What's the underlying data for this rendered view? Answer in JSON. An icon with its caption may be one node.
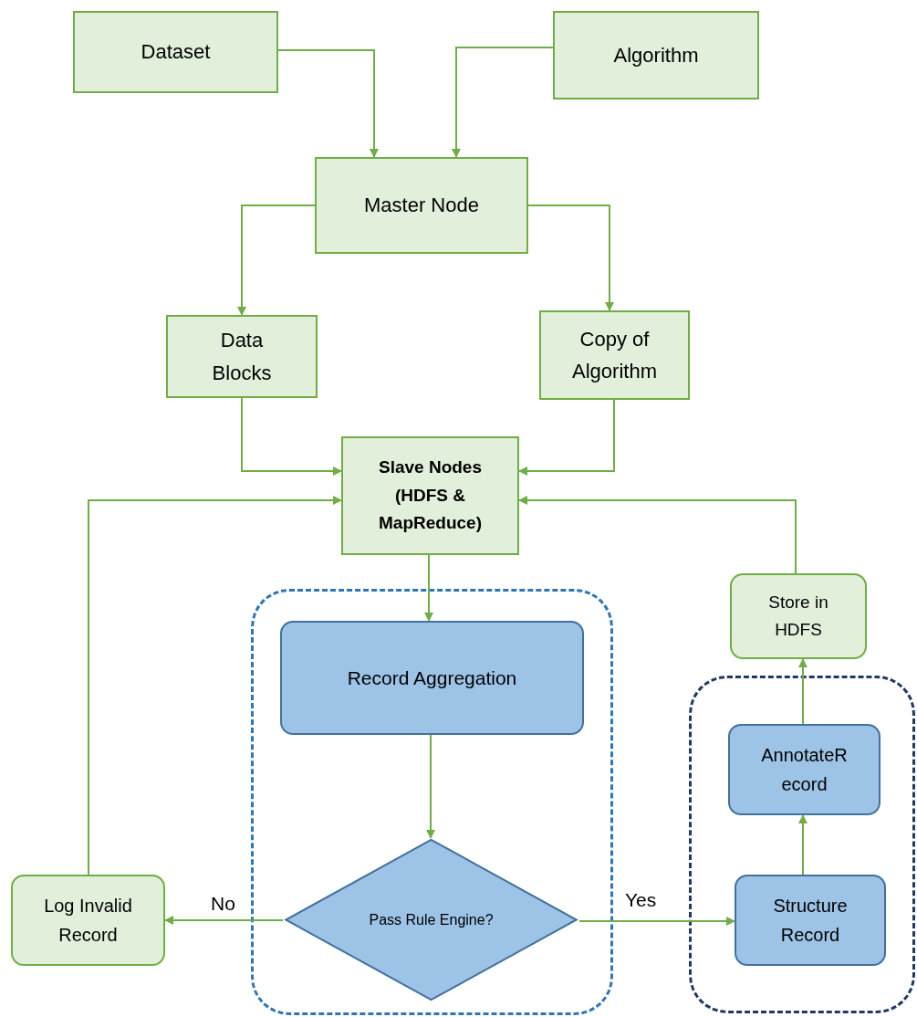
{
  "diagram": {
    "nodes": [
      {
        "text": [
          "Dataset"
        ]
      },
      {
        "text": [
          "Algorithm"
        ]
      },
      {
        "text": [
          "Master Node"
        ]
      },
      {
        "text": [
          "Data Blocks"
        ]
      },
      {
        "text": [
          "Copy of Algorithm"
        ]
      },
      {
        "text": [
          "Slave Nodes (HDFS & MapReduce)"
        ]
      },
      {
        "text": [],
        "shape": "box"
      },
      {
        "text": [
          "Record Aggregation"
        ],
        "in": 6
      },
      {
        "text": [
          "Pass Rule Engine?"
        ],
        "in": 6
      },
      {
        "text": [
          "Log Invalid Record"
        ]
      },
      {
        "text": [
          "Store in HDFS"
        ]
      },
      {
        "text": [],
        "shape": "box"
      },
      {
        "text": [
          "AnnotateRecord"
        ],
        "in": 11
      },
      {
        "text": [
          "Structure Record"
        ],
        "in": 11
      }
    ],
    "edges": [
      {
        "from": 0,
        "to": 2,
        "arrow": "to"
      },
      {
        "from": 1,
        "to": 2,
        "arrow": "to"
      },
      {
        "from": 2,
        "to": 3,
        "arrow": "to"
      },
      {
        "from": 2,
        "to": 4,
        "arrow": "to"
      },
      {
        "from": 3,
        "to": 5,
        "arrow": "to"
      },
      {
        "from": 4,
        "to": 5,
        "arrow": "to"
      },
      {
        "from": 5,
        "to": 7,
        "arrow": "to"
      },
      {
        "from": 7,
        "to": 8,
        "arrow": "to"
      },
      {
        "from": 8,
        "to": 9,
        "arrow": "to",
        "label": "No"
      },
      {
        "from": 8,
        "to": 13,
        "arrow": "to",
        "label": "Yes"
      },
      {
        "from": 13,
        "to": 12,
        "arrow": "to"
      },
      {
        "from": 12,
        "to": 10,
        "arrow": "to"
      },
      {
        "from": 10,
        "to": 5,
        "arrow": "to"
      },
      {
        "from": 9,
        "to": 5,
        "arrow": "to"
      }
    ]
  }
}
